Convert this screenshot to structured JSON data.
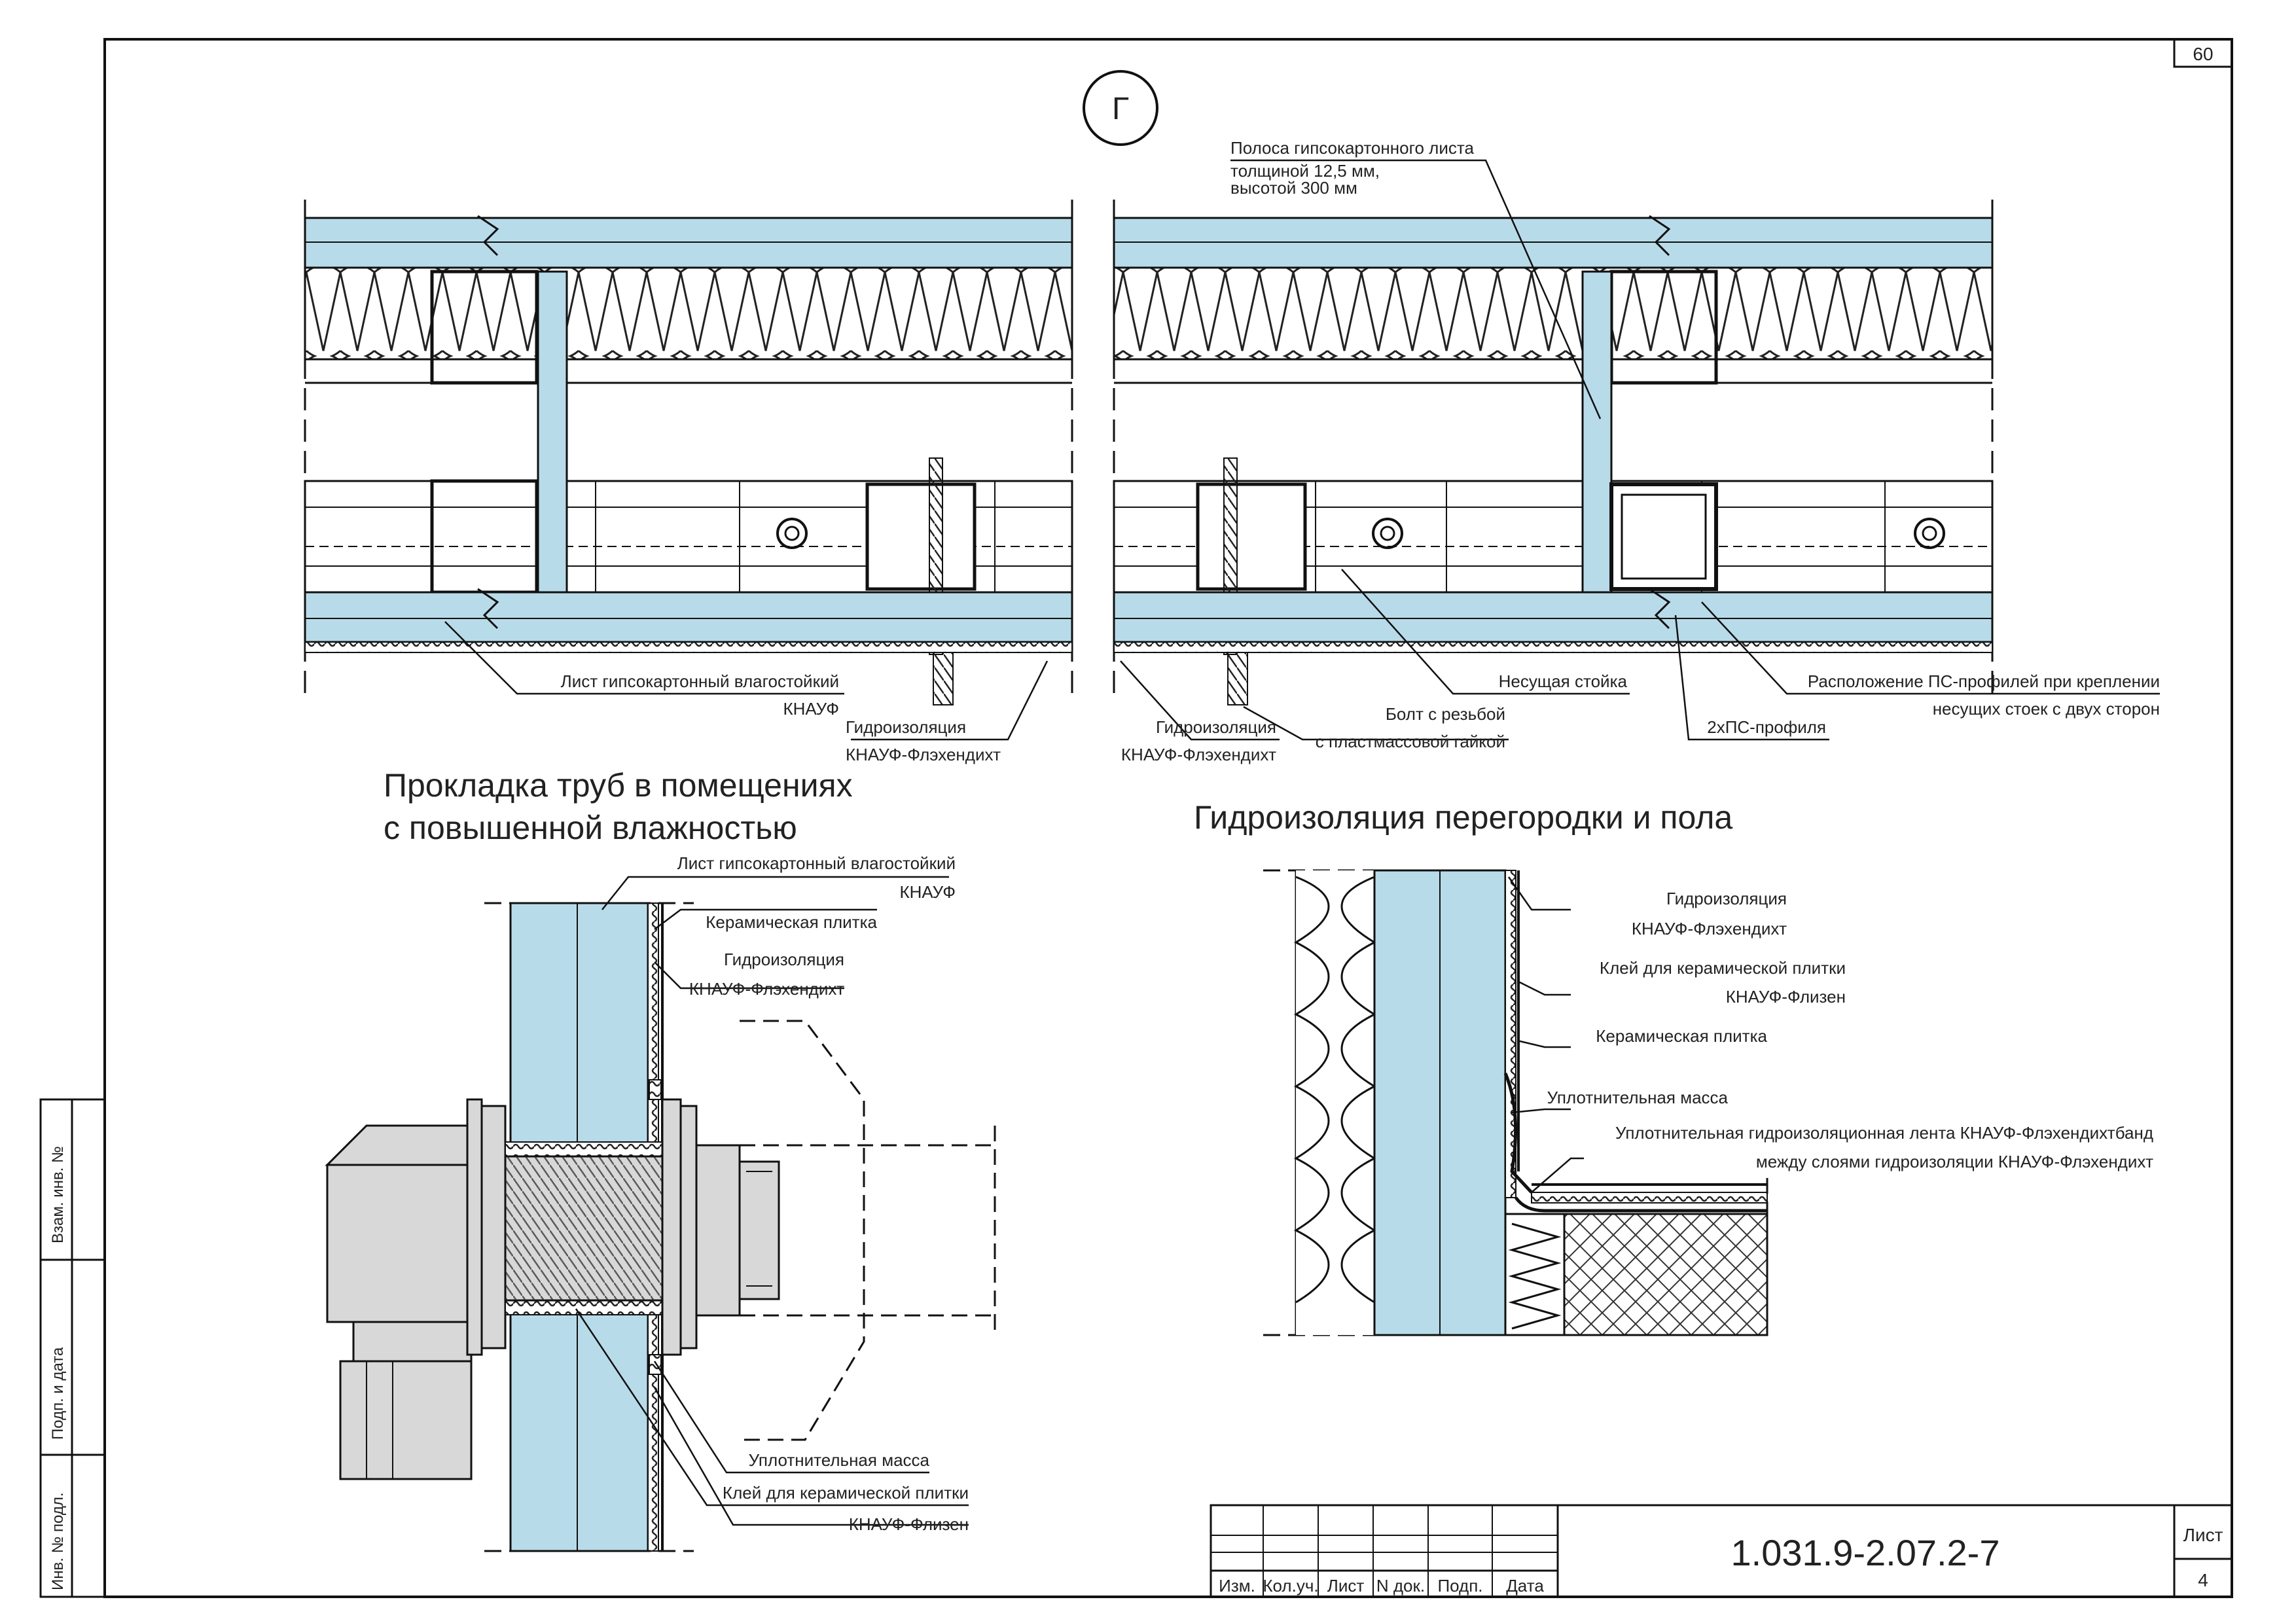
{
  "sheet": {
    "page_number": "60",
    "section_letter": "Г",
    "code": "1.031.9-2.07.2-7",
    "list_label": "Лист",
    "list_number": "4",
    "stamp_columns": [
      "Изм.",
      "Кол.уч.",
      "Лист",
      "N док.",
      "Подп.",
      "Дата"
    ],
    "side_fields": [
      "Взам. инв. №",
      "Подп. и дата",
      "Инв. № подл."
    ]
  },
  "colors": {
    "board": "#b8dbea",
    "line": "#1a1a1a",
    "grey_fitting": "#d8d8d8",
    "hatch": "#555555"
  },
  "top_diagram": {
    "strip_label_1": "Полоса гипсокартонного листа",
    "strip_label_2": "толщиной 12,5 мм,",
    "strip_label_3": "высотой 300 мм",
    "left_board_1": "Лист гипсокартонный влагостойкий",
    "left_board_2": "КНАУФ",
    "left_wp_1": "Гидроизоляция",
    "left_wp_2": "КНАУФ-Флэхендихт",
    "right_wp_1": "Гидроизоляция",
    "right_wp_2": "КНАУФ-Флэхендихт",
    "bolt_1": "Болт с резьбой",
    "bolt_2": "с пластмассовой гайкой",
    "stud": "Несущая стойка",
    "ps2": "2хПС-профиля",
    "ps_place_1": "Расположение ПС-профилей при креплении",
    "ps_place_2": "несущих стоек с двух сторон"
  },
  "pipe_section": {
    "title_1": "Прокладка труб в помещениях",
    "title_2": "с повышенной влажностью",
    "board_1": "Лист гипсокартонный влагостойкий",
    "board_2": "КНАУФ",
    "tile": "Керамическая плитка",
    "wp_1": "Гидроизоляция",
    "wp_2": "КНАУФ-Флэхендихт",
    "sealant": "Уплотнительная масса",
    "glue_1": "Клей для керамической плитки",
    "glue_2": "КНАУФ-Флизен"
  },
  "floor_section": {
    "title": "Гидроизоляция перегородки и пола",
    "wp_1": "Гидроизоляция",
    "wp_2": "КНАУФ-Флэхендихт",
    "glue_1": "Клей для керамической плитки",
    "glue_2": "КНАУФ-Флизен",
    "tile": "Керамическая плитка",
    "sealant": "Уплотнительная масса",
    "tape_1": "Уплотнительная гидроизоляционная лента КНАУФ-Флэхендихтбанд",
    "tape_2": "между слоями гидроизоляции КНАУФ-Флэхендихт"
  }
}
